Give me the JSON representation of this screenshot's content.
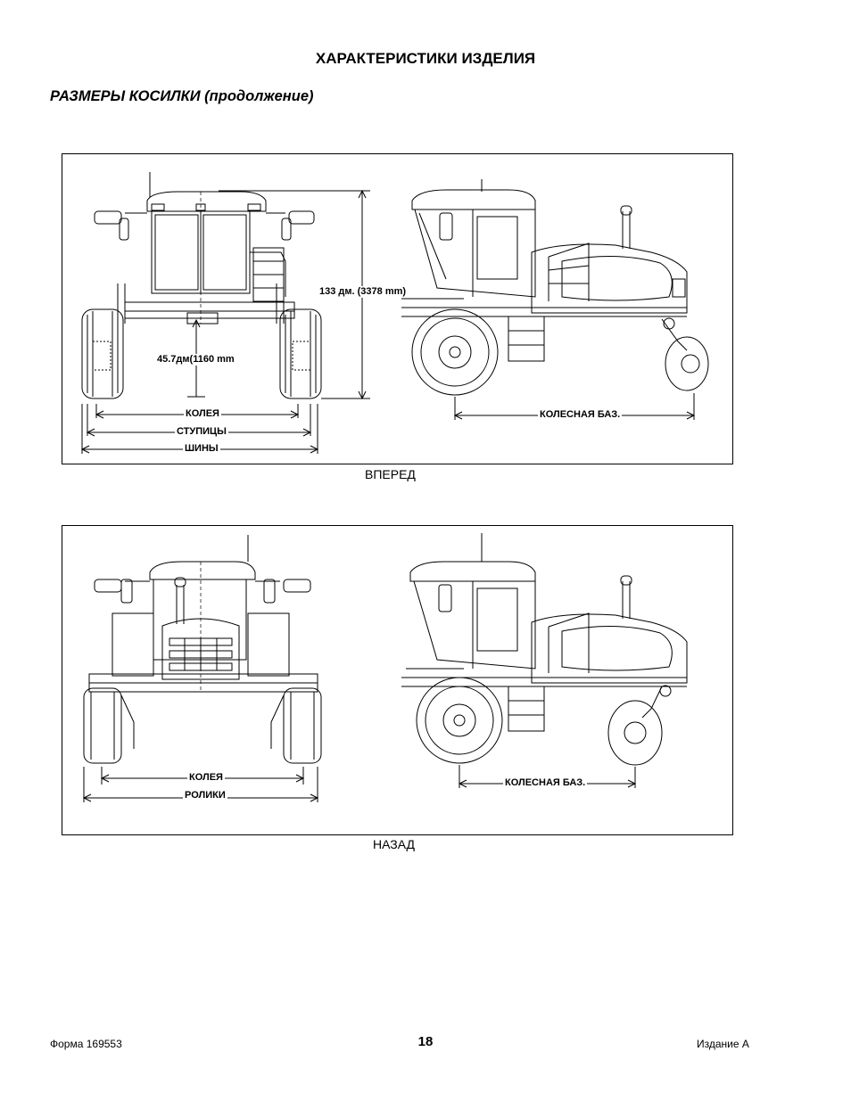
{
  "header": {
    "title": "ХАРАКТЕРИСТИКИ ИЗДЕЛИЯ"
  },
  "section": {
    "title": "РАЗМЕРЫ КОСИЛКИ (продолжение)"
  },
  "figure_front": {
    "caption": "ВПЕРЕД",
    "height_label": "133 дм. (3378 mm)",
    "clearance_label": "45.7дм(1160 mm",
    "track_label": "КОЛЕЯ",
    "hubs_label": "СТУПИЦЫ",
    "tires_label": "ШИНЫ",
    "wheelbase_label": "КОЛЕСНАЯ БАЗ."
  },
  "figure_rear": {
    "caption": "НАЗАД",
    "track_label": "КОЛЕЯ",
    "rollers_label": "РОЛИКИ",
    "wheelbase_label": "КОЛЕСНАЯ БАЗ."
  },
  "footer": {
    "form": "Форма 169553",
    "page": "18",
    "edition": "Издание А"
  }
}
